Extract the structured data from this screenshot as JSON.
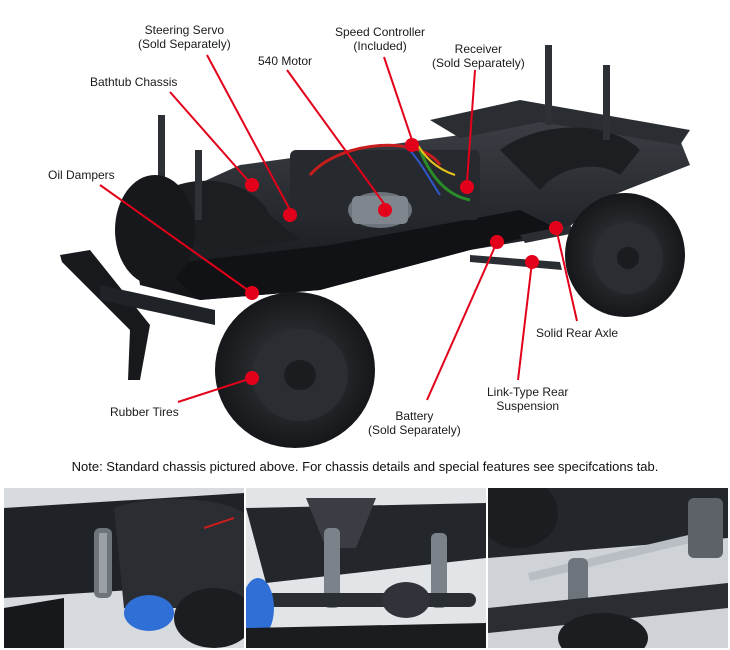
{
  "callouts": {
    "steering_servo": {
      "line1": "Steering Servo",
      "line2": "(Sold Separately)"
    },
    "speed_controller": {
      "line1": "Speed Controller",
      "line2": "(Included)"
    },
    "motor_540": {
      "line1": "540 Motor"
    },
    "receiver": {
      "line1": "Receiver",
      "line2": "(Sold Separately)"
    },
    "bathtub_chassis": {
      "line1": "Bathtub Chassis"
    },
    "oil_dampers": {
      "line1": "Oil Dampers"
    },
    "solid_rear_axle": {
      "line1": "Solid Rear Axle"
    },
    "link_rear_suspension": {
      "line1": "Link-Type Rear",
      "line2": "Suspension"
    },
    "battery": {
      "line1": "Battery",
      "line2": "(Sold Separately)"
    },
    "rubber_tires": {
      "line1": "Rubber Tires"
    }
  },
  "note": "Note: Standard chassis pictured above. For chassis details and special features see specifcations tab.",
  "colors": {
    "marker": "#e3001b",
    "chassis": "#1b1d21",
    "tire": "#222428",
    "background": "#ffffff"
  }
}
